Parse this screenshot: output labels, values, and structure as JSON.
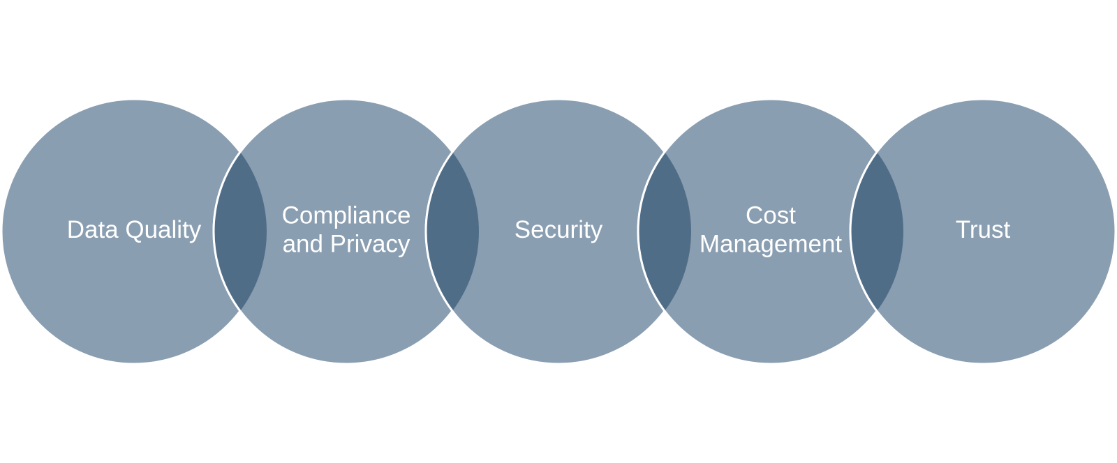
{
  "colors": {
    "circle_fill": "#8a9eb1",
    "overlap_fill": "#506d88",
    "outline": "#ffffff",
    "text": "#ffffff",
    "background": "#ffffff"
  },
  "circles": [
    {
      "lines": [
        "Data Quality"
      ]
    },
    {
      "lines": [
        "Compliance",
        "and Privacy"
      ]
    },
    {
      "lines": [
        "Security"
      ]
    },
    {
      "lines": [
        "Cost",
        "Management"
      ]
    },
    {
      "lines": [
        "Trust"
      ]
    }
  ]
}
